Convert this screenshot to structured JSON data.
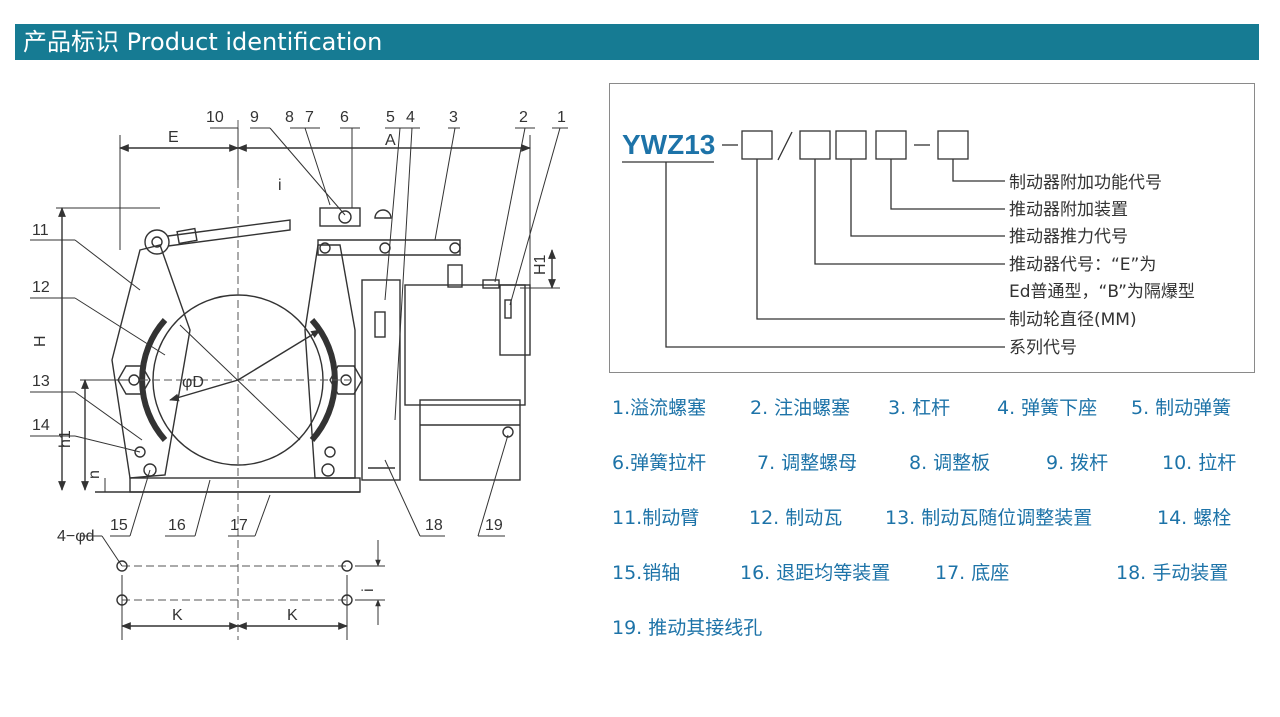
{
  "header": {
    "title": "产品标识  Product identification"
  },
  "colors": {
    "header_bg": "#167b93",
    "legend_text": "#1d73a8",
    "code_text": "#1d73a8",
    "line": "#333333"
  },
  "drawing": {
    "dims": {
      "E": "E",
      "A": "A",
      "H": "H",
      "H1": "H1",
      "h1": "h1",
      "n": "n",
      "i": "i",
      "phiD": "φD",
      "phid": "4−φd",
      "K1": "K",
      "K2": "K"
    },
    "part_numbers": [
      "10",
      "9",
      "8",
      "7",
      "6",
      "5",
      "4",
      "3",
      "2",
      "1",
      "11",
      "12",
      "13",
      "14",
      "15",
      "16",
      "17",
      "18",
      "19"
    ]
  },
  "model_code": {
    "prefix": "YWZ13",
    "descriptions": [
      "制动器附加功能代号",
      "推动器附加装置",
      "推动器推力代号",
      "推动器代号：“E”为",
      "Ed普通型，“B”为隔爆型",
      "制动轮直径(MM)",
      "系列代号"
    ]
  },
  "legend": [
    "1.溢流螺塞",
    "2. 注油螺塞",
    "3. 杠杆",
    "4. 弹簧下座",
    "5. 制动弹簧",
    "6.弹簧拉杆",
    "7. 调整螺母",
    "8. 调整板",
    "9. 拨杆",
    "10. 拉杆",
    "11.制动臂",
    "12. 制动瓦",
    "13. 制动瓦随位调整装置",
    "14. 螺栓",
    "15.销轴",
    "16. 退距均等装置",
    "17. 底座",
    "18. 手动装置",
    "19. 推动其接线孔"
  ]
}
